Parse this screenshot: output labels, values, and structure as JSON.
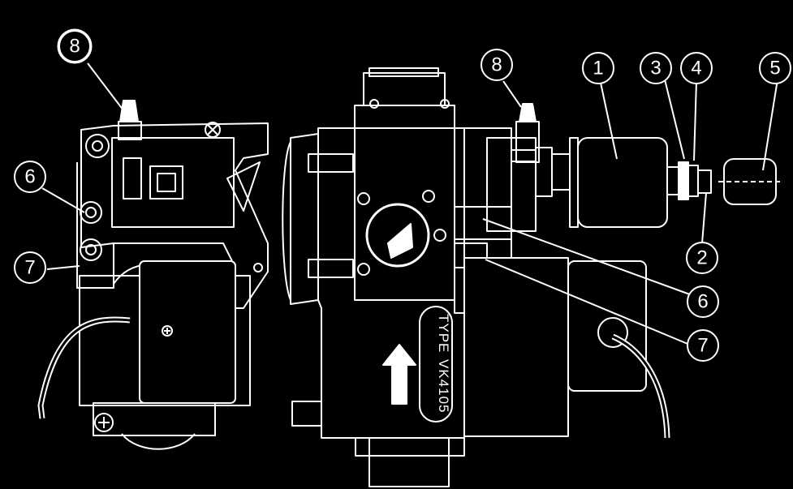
{
  "diagram": {
    "background": "#000000",
    "line_color": "#ffffff",
    "callouts": {
      "left_view": [
        {
          "id": "left-8",
          "number": "8"
        },
        {
          "id": "left-6",
          "number": "6"
        },
        {
          "id": "left-7",
          "number": "7"
        }
      ],
      "right_view": [
        {
          "id": "right-8",
          "number": "8"
        },
        {
          "id": "right-1",
          "number": "1"
        },
        {
          "id": "right-3",
          "number": "3"
        },
        {
          "id": "right-4",
          "number": "4"
        },
        {
          "id": "right-5",
          "number": "5"
        },
        {
          "id": "right-2",
          "number": "2"
        },
        {
          "id": "right-6",
          "number": "6"
        },
        {
          "id": "right-7",
          "number": "7"
        }
      ]
    },
    "valve_label": {
      "line1": "TYPE",
      "line2": "VK4105"
    }
  }
}
